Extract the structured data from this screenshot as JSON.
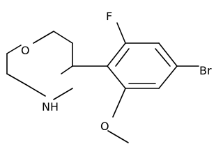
{
  "molecule": {
    "atoms": {
      "fluorine": "F",
      "bromine": "Br",
      "ring_oxygen": "O",
      "ring_nitrogen": "NH",
      "methoxy_oxygen": "O"
    }
  }
}
